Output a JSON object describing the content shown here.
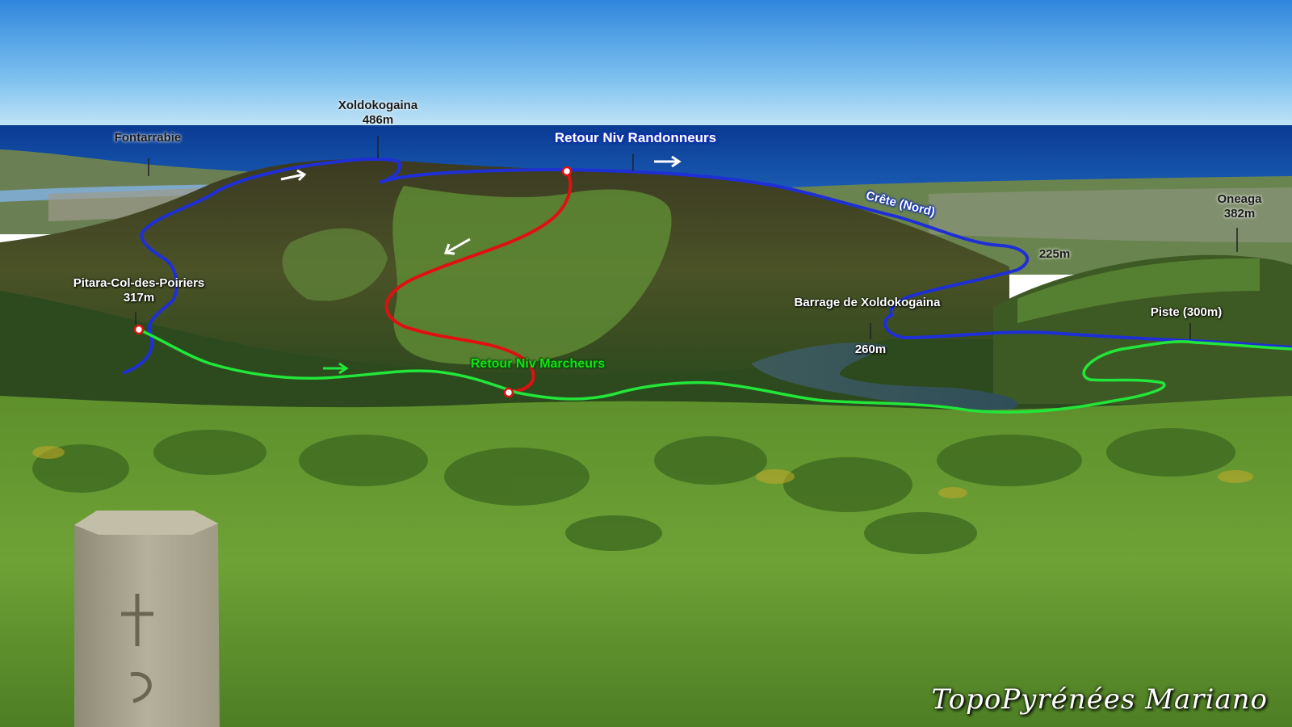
{
  "scene": {
    "description_colors": {
      "sky_top": "#3a8fe0",
      "sky_horizon": "#bfe3f7",
      "sea": "#0b3f9a",
      "hill_dark": "#3a3a1e",
      "grass": "#5f9a2e",
      "route_blue": "#1f2fd6",
      "route_red": "#e01010",
      "route_green": "#22e63a"
    }
  },
  "labels": {
    "fontarrabie": "Fontarrabie",
    "xoldokogaina": "Xoldokogaina",
    "xoldokogaina_alt": "486m",
    "retour_randonneurs": "Retour Niv Randonneurs",
    "crete": "Crête (Nord)",
    "oneaga": "Oneaga",
    "oneaga_alt": "382m",
    "alt_225": "225m",
    "pitara": "Pitara-Col-des-Poiriers",
    "pitara_alt": "317m",
    "barrage": "Barrage de Xoldokogaina",
    "alt_260": "260m",
    "piste": "Piste (300m)",
    "retour_marcheurs": "Retour Niv Marcheurs",
    "watermark": "TopoPyrénées Mariano"
  }
}
